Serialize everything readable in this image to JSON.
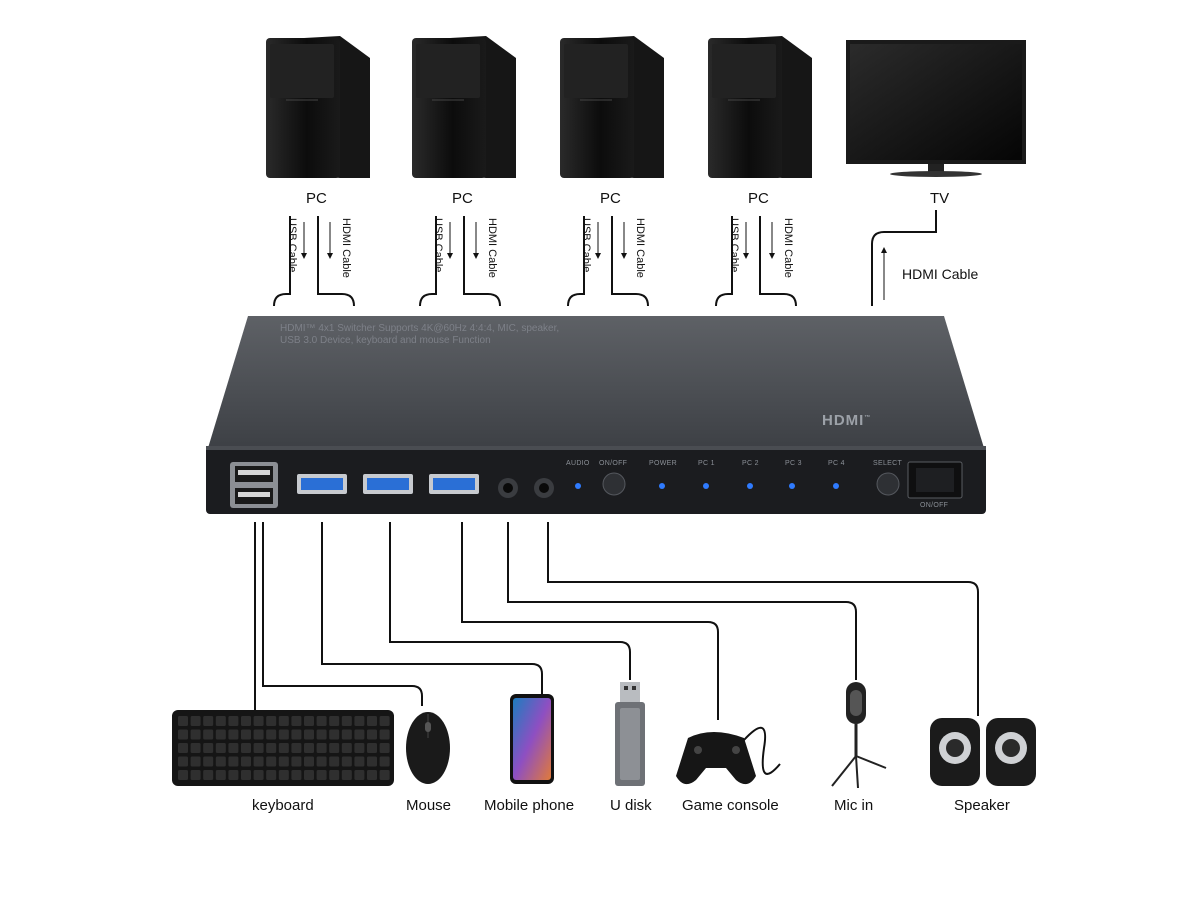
{
  "computers": [
    {
      "label": "PC",
      "usb": "USB Cable",
      "hdmi": "HDMI Cable"
    },
    {
      "label": "PC",
      "usb": "USB Cable",
      "hdmi": "HDMI Cable"
    },
    {
      "label": "PC",
      "usb": "USB Cable",
      "hdmi": "HDMI Cable"
    },
    {
      "label": "PC",
      "usb": "USB Cable",
      "hdmi": "HDMI Cable"
    }
  ],
  "tv": {
    "label": "TV",
    "cable": "HDMI Cable"
  },
  "device": {
    "description_line1": "HDMI™ 4x1 Switcher Supports 4K@60Hz 4:4:4, MIC, speaker,",
    "description_line2": "USB 3.0 Device, keyboard and mouse Function",
    "logo": "HDMI",
    "logo_mark": "™",
    "panel_labels": [
      "AUDIO",
      "ON/OFF",
      "POWER",
      "PC 1",
      "PC 2",
      "PC 3",
      "PC 4",
      "SELECT"
    ],
    "switch_label": "ON/OFF",
    "led_color": "#2f7bff"
  },
  "peripherals": [
    {
      "label": "keyboard"
    },
    {
      "label": "Mouse"
    },
    {
      "label": "Mobile phone"
    },
    {
      "label": "U disk"
    },
    {
      "label": "Game console"
    },
    {
      "label": "Mic in"
    },
    {
      "label": "Speaker"
    }
  ]
}
